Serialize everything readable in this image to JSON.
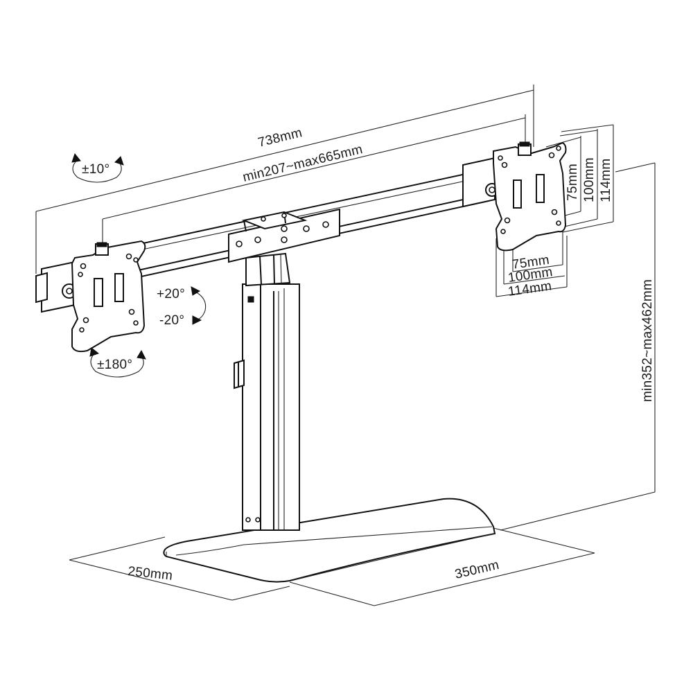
{
  "labels": {
    "overall_width": "738mm",
    "arm_span": "min207~max665mm",
    "tilt_left": "±10°",
    "tilt_up": "+20°",
    "tilt_down": "-20°",
    "rotation": "±180°",
    "vesa_small": "75mm",
    "vesa_mid": "100mm",
    "vesa_large": "114mm",
    "vesa_small_h": "75mm",
    "vesa_mid_h": "100mm",
    "vesa_large_h": "114mm",
    "height_range": "min352~max462mm",
    "base_depth": "250mm",
    "base_width": "350mm"
  },
  "colors": {
    "ink": "#111111",
    "background": "#ffffff"
  }
}
